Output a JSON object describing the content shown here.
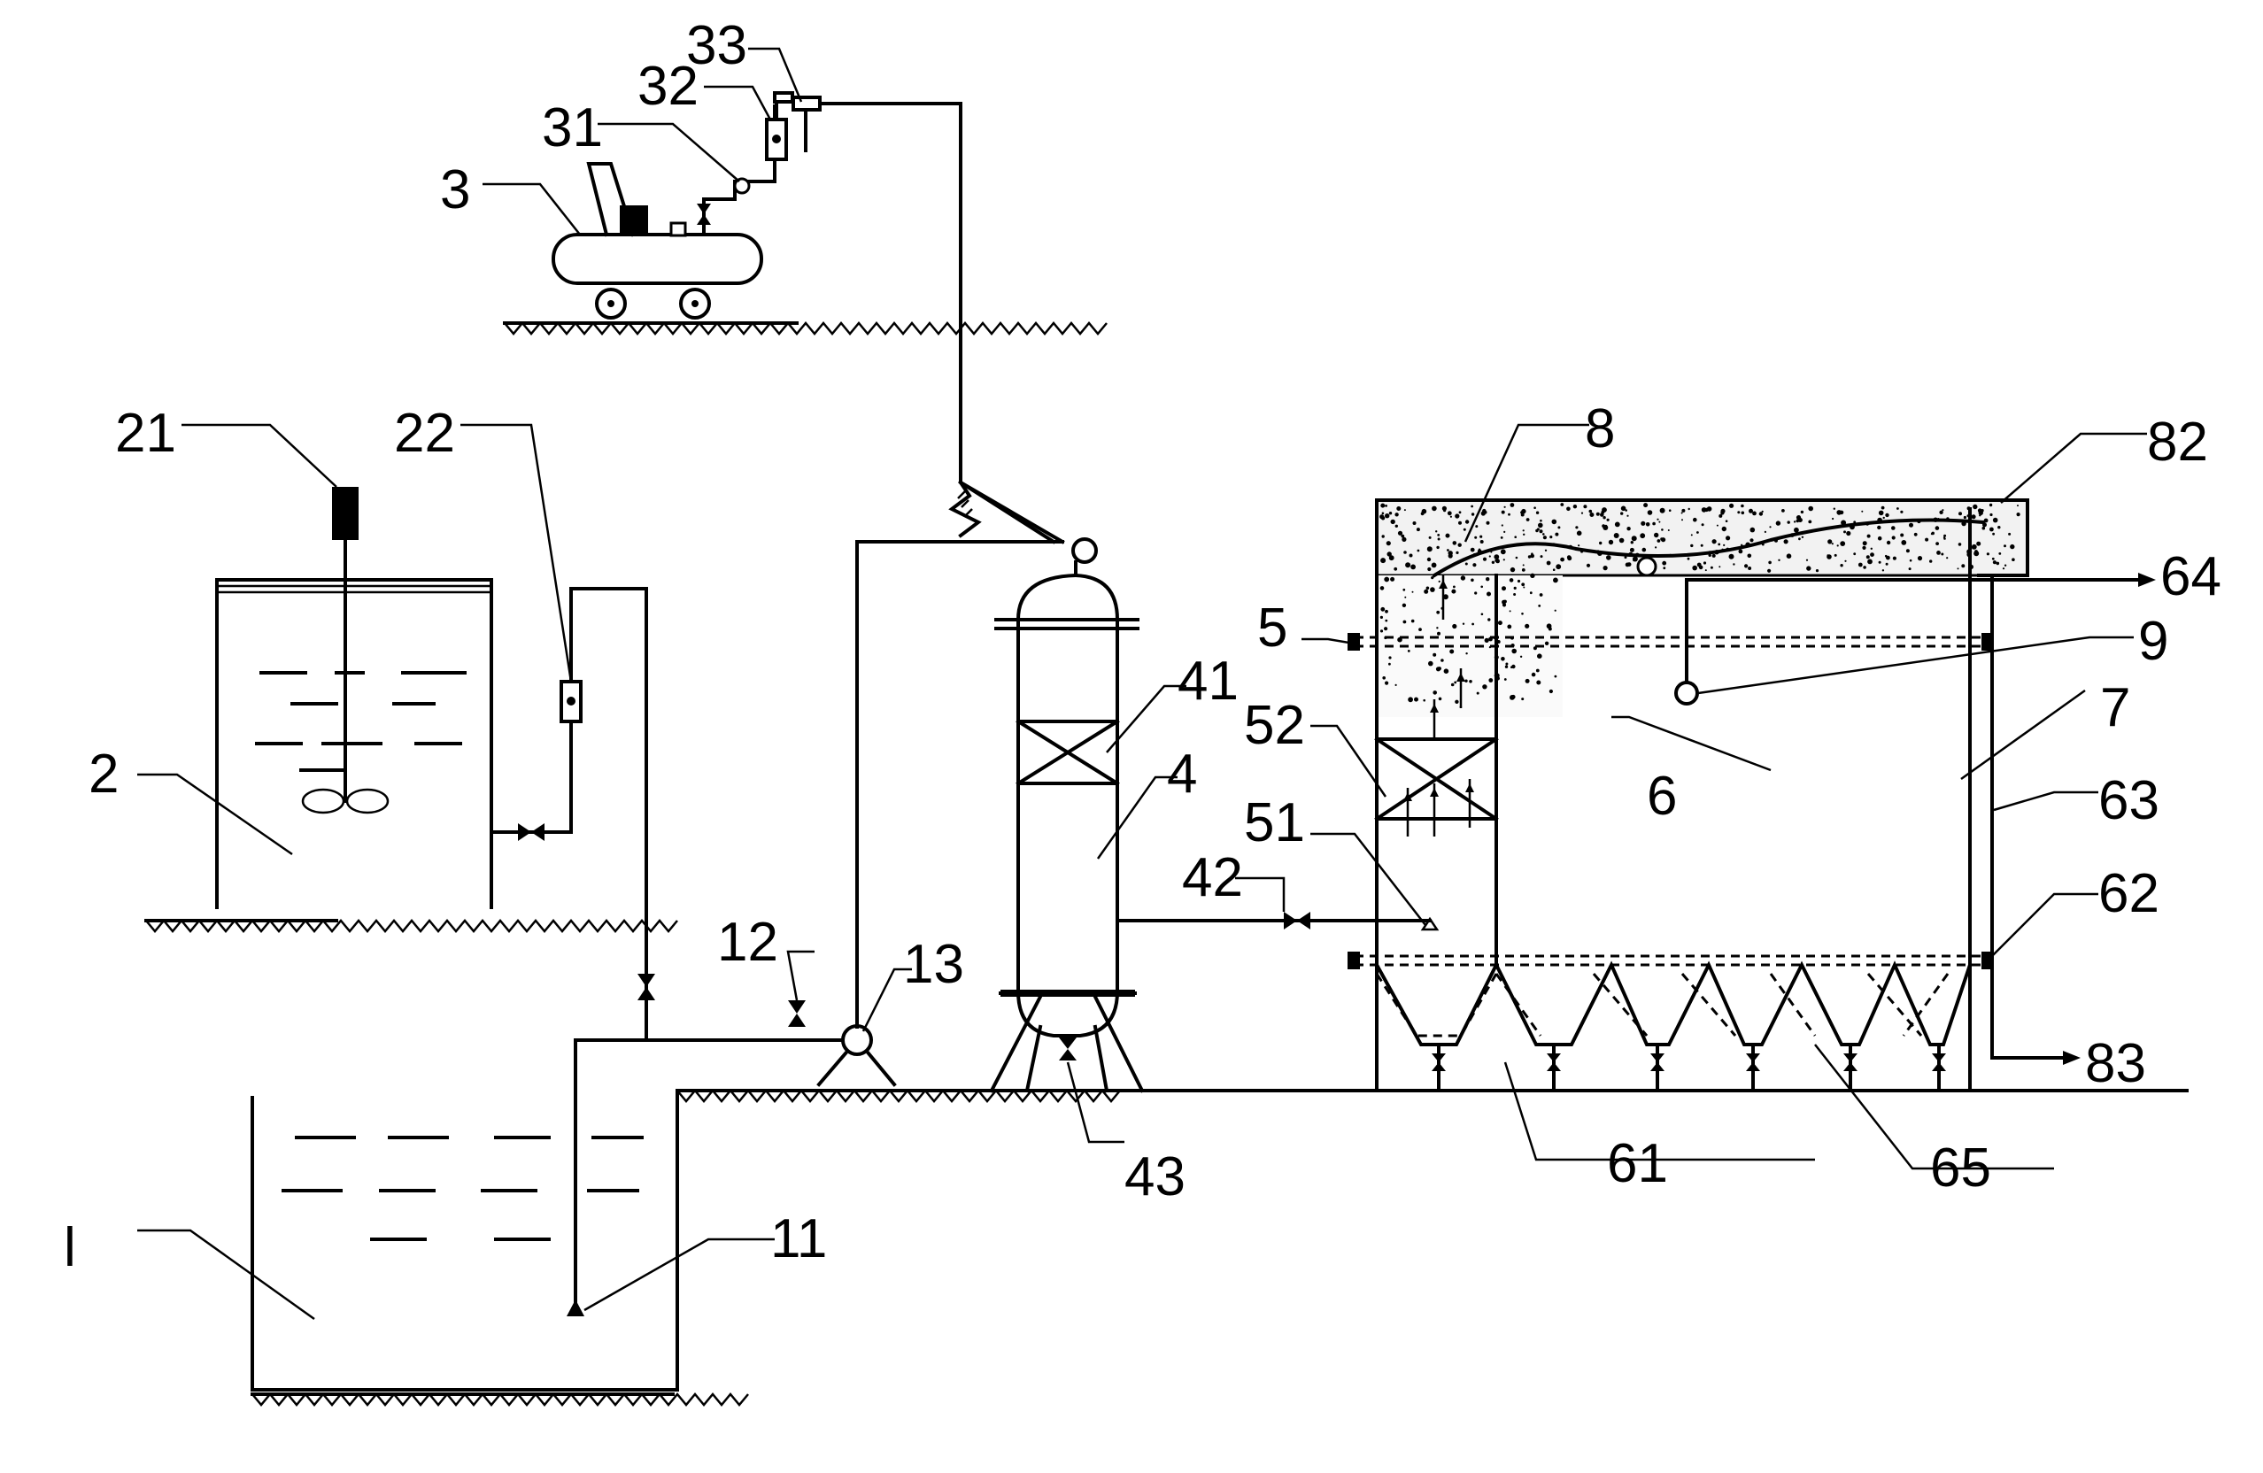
{
  "labels": {
    "l1": "l",
    "l11": "11",
    "l12": "12",
    "l13": "13",
    "l2": "2",
    "l21": "21",
    "l22": "22",
    "l3": "3",
    "l31": "31",
    "l32": "32",
    "l33": "33",
    "l4": "4",
    "l41": "41",
    "l42": "42",
    "l43": "43",
    "l5": "5",
    "l51": "51",
    "l52": "52",
    "l6": "6",
    "l61": "61",
    "l62": "62",
    "l63": "63",
    "l64": "64",
    "l65": "65",
    "l7": "7",
    "l8": "8",
    "l82": "82",
    "l83": "83",
    "l9": "9"
  }
}
